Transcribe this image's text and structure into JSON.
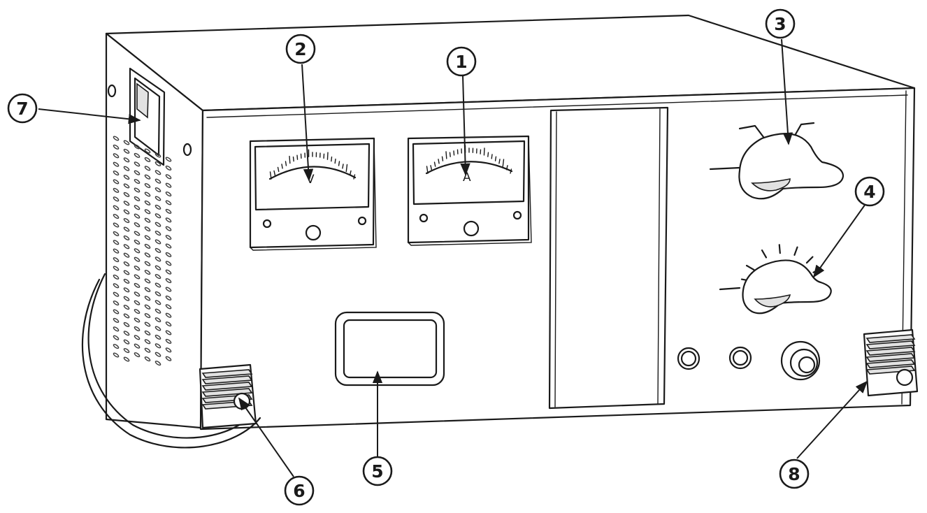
{
  "diagram": {
    "callouts": [
      {
        "id": "1",
        "label": "1"
      },
      {
        "id": "2",
        "label": "2"
      },
      {
        "id": "3",
        "label": "3"
      },
      {
        "id": "4",
        "label": "4"
      },
      {
        "id": "5",
        "label": "5"
      },
      {
        "id": "6",
        "label": "6"
      },
      {
        "id": "7",
        "label": "7"
      },
      {
        "id": "8",
        "label": "8"
      }
    ],
    "meters": {
      "voltmeter_letter": "V",
      "ammeter_letter": "A"
    }
  }
}
